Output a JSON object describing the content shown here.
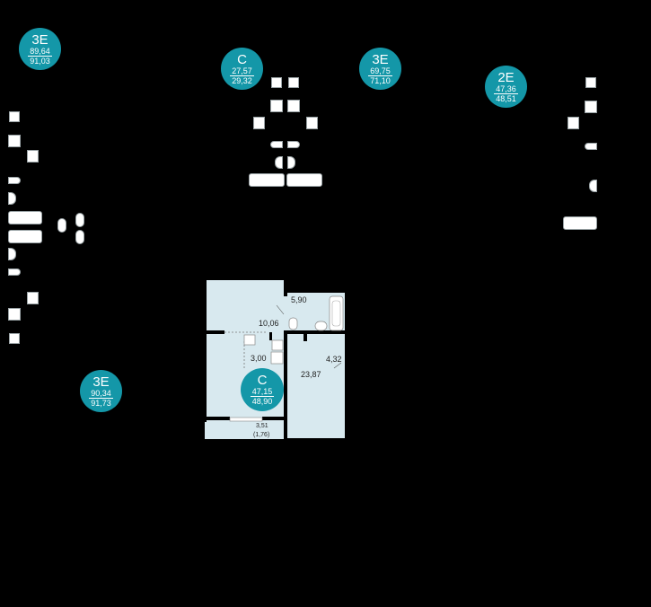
{
  "units": [
    {
      "type": "3E",
      "area_1": "89,64",
      "area_2": "91,03"
    },
    {
      "type": "С",
      "area_1": "27,57",
      "area_2": "29,32"
    },
    {
      "type": "3E",
      "area_1": "69,75",
      "area_2": "71,10"
    },
    {
      "type": "2E",
      "area_1": "47,36",
      "area_2": "48,51"
    },
    {
      "type": "3E",
      "area_1": "90,34",
      "area_2": "91,73"
    },
    {
      "type": "С",
      "area_1": "47,15",
      "area_2": "48,90"
    }
  ],
  "rooms": {
    "bath": "5,90",
    "kitchen": "10,06",
    "hall_bath": "4,32",
    "living": "23,87",
    "hall": "3,00",
    "balcony": "3,51",
    "balcony_sub": "(1,76)"
  },
  "colors": {
    "badge": "#1497a8",
    "floor": "#d8e9ef",
    "wall": "#000000",
    "background": "#000000"
  }
}
